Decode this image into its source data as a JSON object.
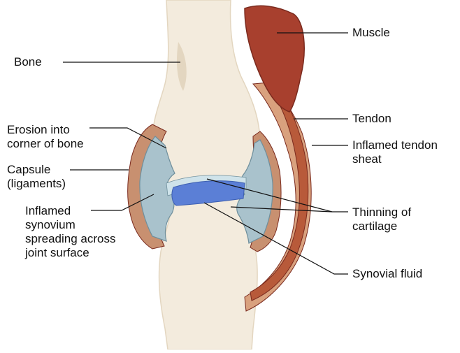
{
  "labels": {
    "bone": "Bone",
    "erosion": "Erosion into\ncorner of bone",
    "capsule": "Capsule\n(ligaments)",
    "inflamed_synovium": "Inflamed\nsynovium\nspreading across\njoint surface",
    "muscle": "Muscle",
    "tendon": "Tendon",
    "inflamed_tendon_sheath": "Inflamed tendon\nsheat",
    "thinning_cartilage": "Thinning of\ncartilage",
    "synovial_fluid": "Synovial fluid"
  },
  "colors": {
    "bone": "#f3ebdd",
    "bone_shade": "#e3d6c0",
    "capsule": "#c89070",
    "synovium": "#a9c2cc",
    "synovium_dark": "#6f8f9c",
    "fluid": "#5b7fd6",
    "cartilage": "#cfe3ea",
    "muscle": "#a8402e",
    "muscle_dark": "#7a2a1e",
    "tendon": "#b85a3a",
    "sheath": "#d9a17e",
    "line": "#111111"
  }
}
